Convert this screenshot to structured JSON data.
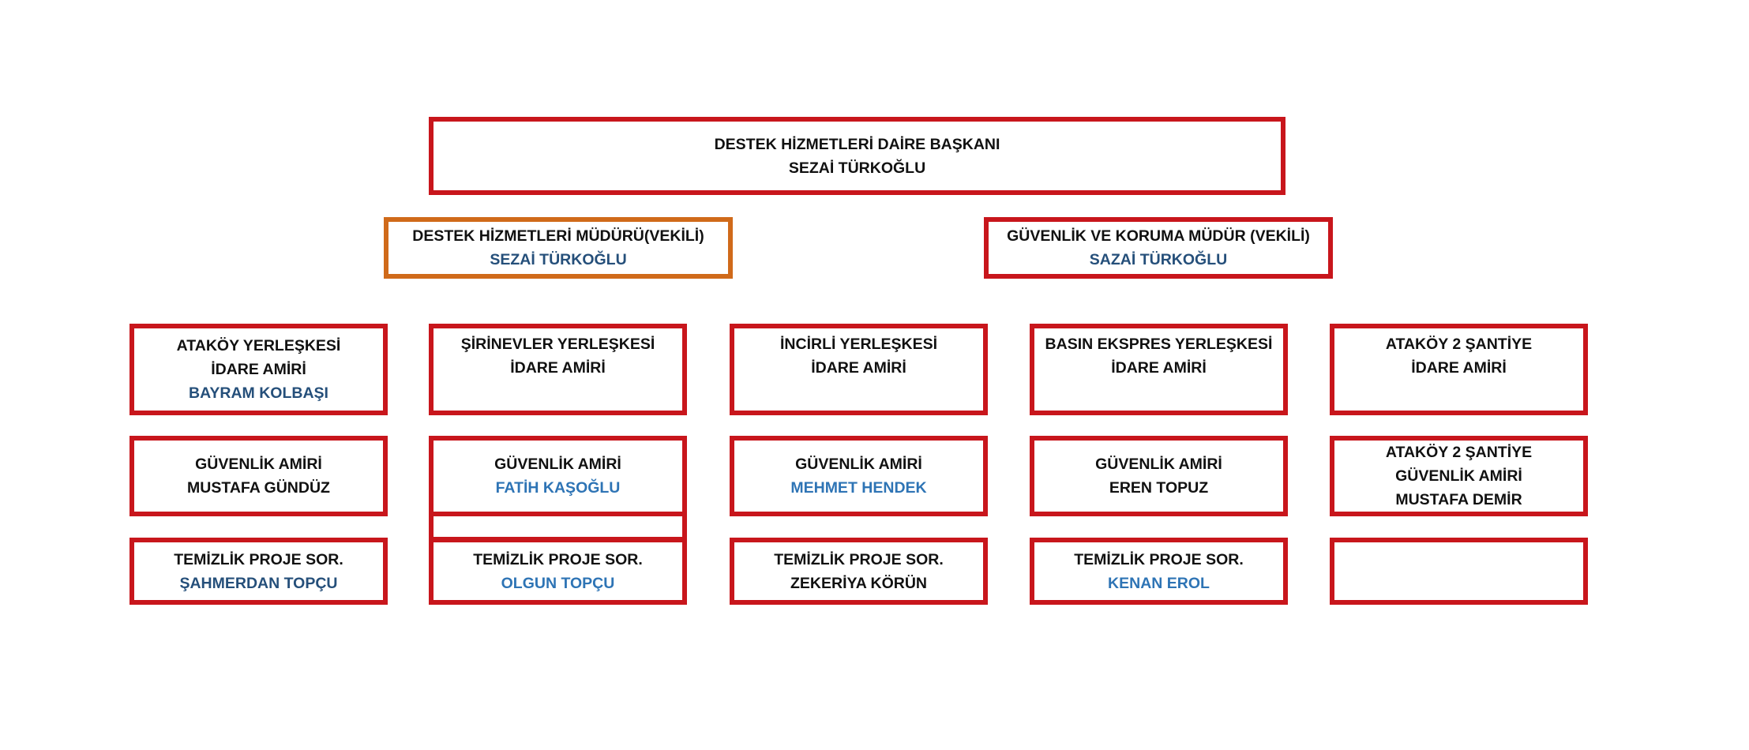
{
  "head": {
    "title": "DESTEK HİZMETLERİ DAİRE BAŞKANI",
    "name": "SEZAİ TÜRKOĞLU"
  },
  "managers": [
    {
      "title": "DESTEK HİZMETLERİ MÜDÜRÜ(VEKİLİ)",
      "name": "SEZAİ TÜRKOĞLU"
    },
    {
      "title": "GÜVENLİK VE KORUMA  MÜDÜR (VEKİLİ)",
      "name": "SAZAİ TÜRKOĞLU"
    }
  ],
  "campuses": [
    {
      "line1": "ATAKÖY YERLEŞKESİ",
      "line2": "İDARE AMİRİ",
      "name": "BAYRAM KOLBAŞI"
    },
    {
      "line1": "ŞİRİNEVLER YERLEŞKESİ",
      "line2": "İDARE AMİRİ",
      "name": ""
    },
    {
      "line1": "İNCİRLİ YERLEŞKESİ",
      "line2": "İDARE AMİRİ",
      "name": ""
    },
    {
      "line1": "BASIN EKSPRES YERLEŞKESİ",
      "line2": "İDARE AMİRİ",
      "name": ""
    },
    {
      "line1": "ATAKÖY 2 ŞANTİYE",
      "line2": "İDARE AMİRİ",
      "name": ""
    }
  ],
  "security": [
    {
      "line1": "GÜVENLİK AMİRİ",
      "line2": "MUSTAFA GÜNDÜZ"
    },
    {
      "line1": "GÜVENLİK AMİRİ",
      "line2": "FATİH KAŞOĞLU"
    },
    {
      "line1": "GÜVENLİK AMİRİ",
      "line2": "MEHMET HENDEK"
    },
    {
      "line1": "GÜVENLİK AMİRİ",
      "line2": "EREN  TOPUZ"
    },
    {
      "line0": "ATAKÖY 2 ŞANTİYE",
      "line1": "GÜVENLİK AMİRİ",
      "line2": "MUSTAFA DEMİR"
    }
  ],
  "cleaning": [
    {
      "line1": "TEMİZLİK PROJE SOR.",
      "line2": "ŞAHMERDAN TOPÇU"
    },
    {
      "line1": "TEMİZLİK PROJE SOR.",
      "line2": "OLGUN TOPÇU"
    },
    {
      "line1": "TEMİZLİK PROJE SOR.",
      "line2": "ZEKERİYA KÖRÜN"
    },
    {
      "line1": "TEMİZLİK PROJE SOR.",
      "line2": "KENAN EROL"
    },
    {
      "line1": "",
      "line2": ""
    }
  ],
  "colors": {
    "border_red": "#c8161c",
    "border_orange": "#d06a1a",
    "name_blue": "#2e74b5",
    "name_navy": "#254f7a",
    "text_dark": "#111111"
  }
}
